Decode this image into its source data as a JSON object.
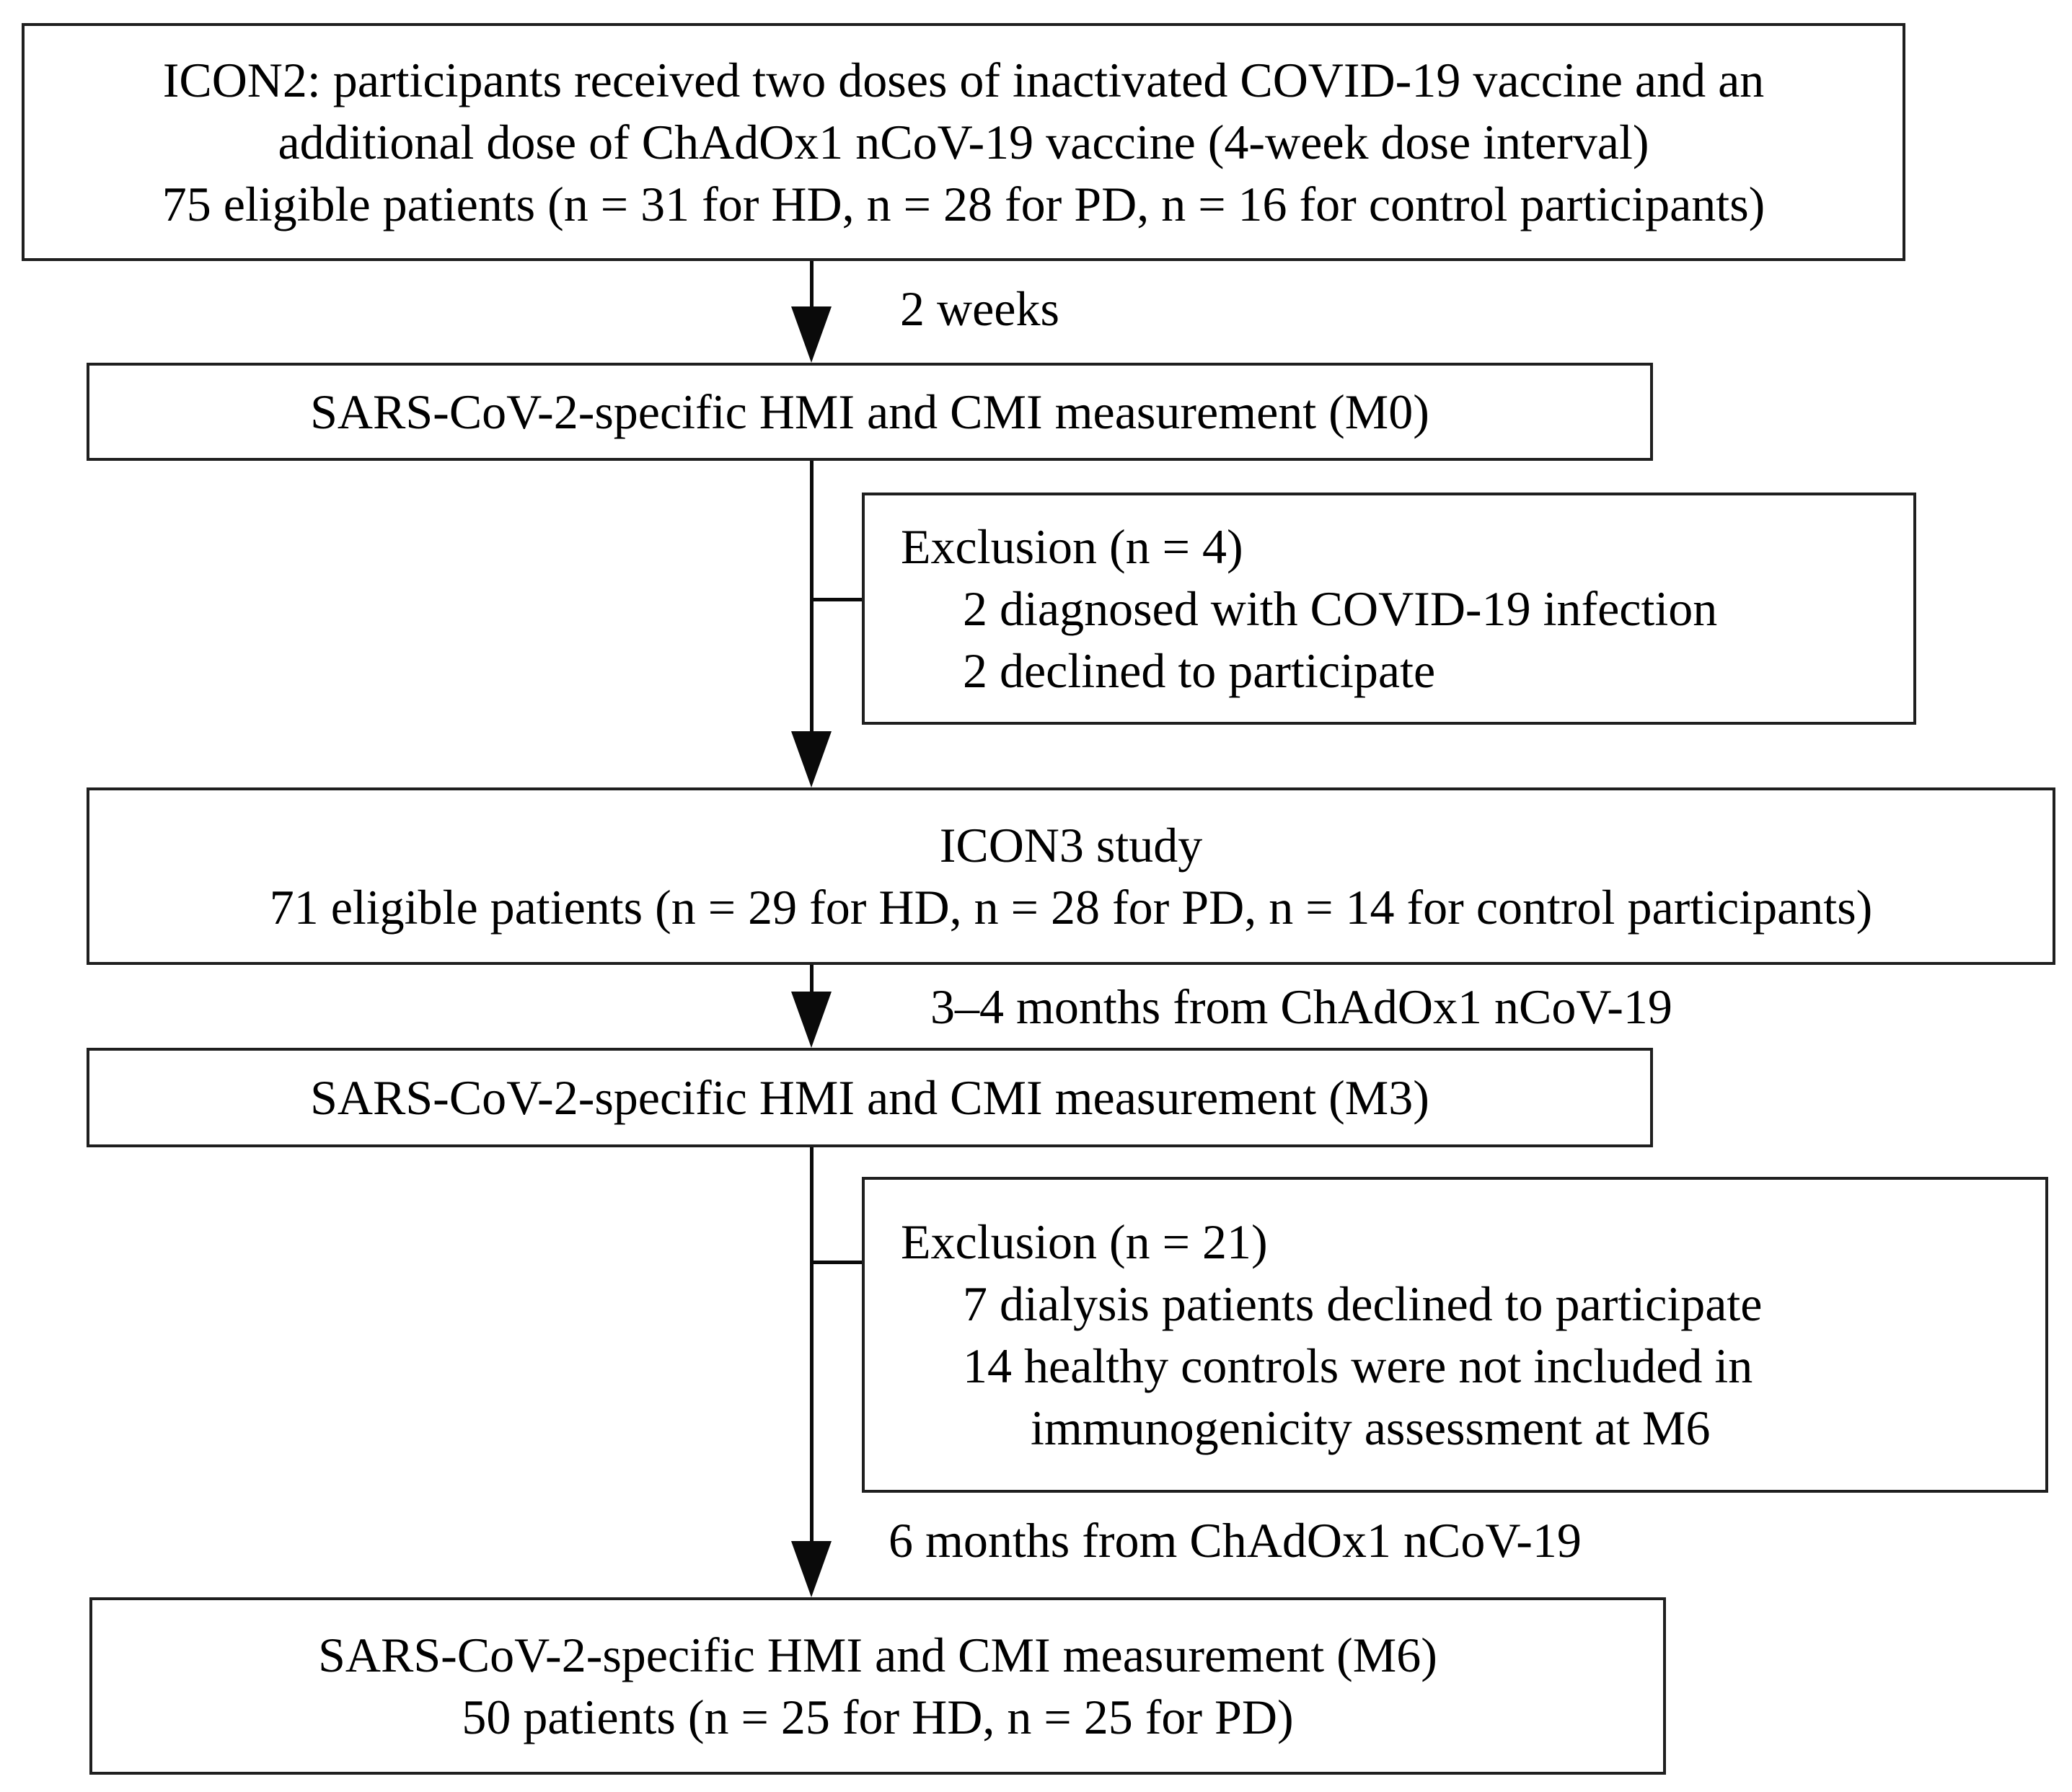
{
  "flow": {
    "icon2": {
      "lines": [
        "ICON2: participants received two doses of inactivated COVID-19 vaccine and an",
        "additional dose of ChAdOx1 nCoV-19 vaccine (4-week dose interval)",
        "75 eligible patients (n = 31 for HD, n = 28 for PD, n = 16 for control participants)"
      ]
    },
    "arrow1_label": "2 weeks",
    "m0": {
      "lines": [
        "SARS-CoV-2-specific HMI and CMI measurement (M0)"
      ]
    },
    "exclusion1": {
      "title": "Exclusion (n = 4)",
      "items": [
        "2 diagnosed with COVID-19 infection",
        "2 declined to participate"
      ]
    },
    "icon3": {
      "lines": [
        "ICON3 study",
        "71 eligible patients (n = 29 for HD, n = 28 for PD, n = 14 for control participants)"
      ]
    },
    "arrow2_label": "3–4 months from ChAdOx1 nCoV-19",
    "m3": {
      "lines": [
        "SARS-CoV-2-specific HMI and CMI measurement (M3)"
      ]
    },
    "exclusion2": {
      "title": "Exclusion (n = 21)",
      "items": [
        "7 dialysis patients declined to participate",
        "14 healthy controls were not included in"
      ],
      "item2_continuation": "immunogenicity assessment at M6"
    },
    "arrow3_label": "6 months from ChAdOx1 nCoV-19",
    "m6": {
      "lines": [
        "SARS-CoV-2-specific HMI and CMI measurement (M6)",
        "50 patients (n = 25 for HD, n = 25 for PD)"
      ]
    },
    "colors": {
      "background": "#ffffff",
      "box_border": "#1f1f1f",
      "connector": "#0a0a0a",
      "text": "#000000"
    }
  }
}
